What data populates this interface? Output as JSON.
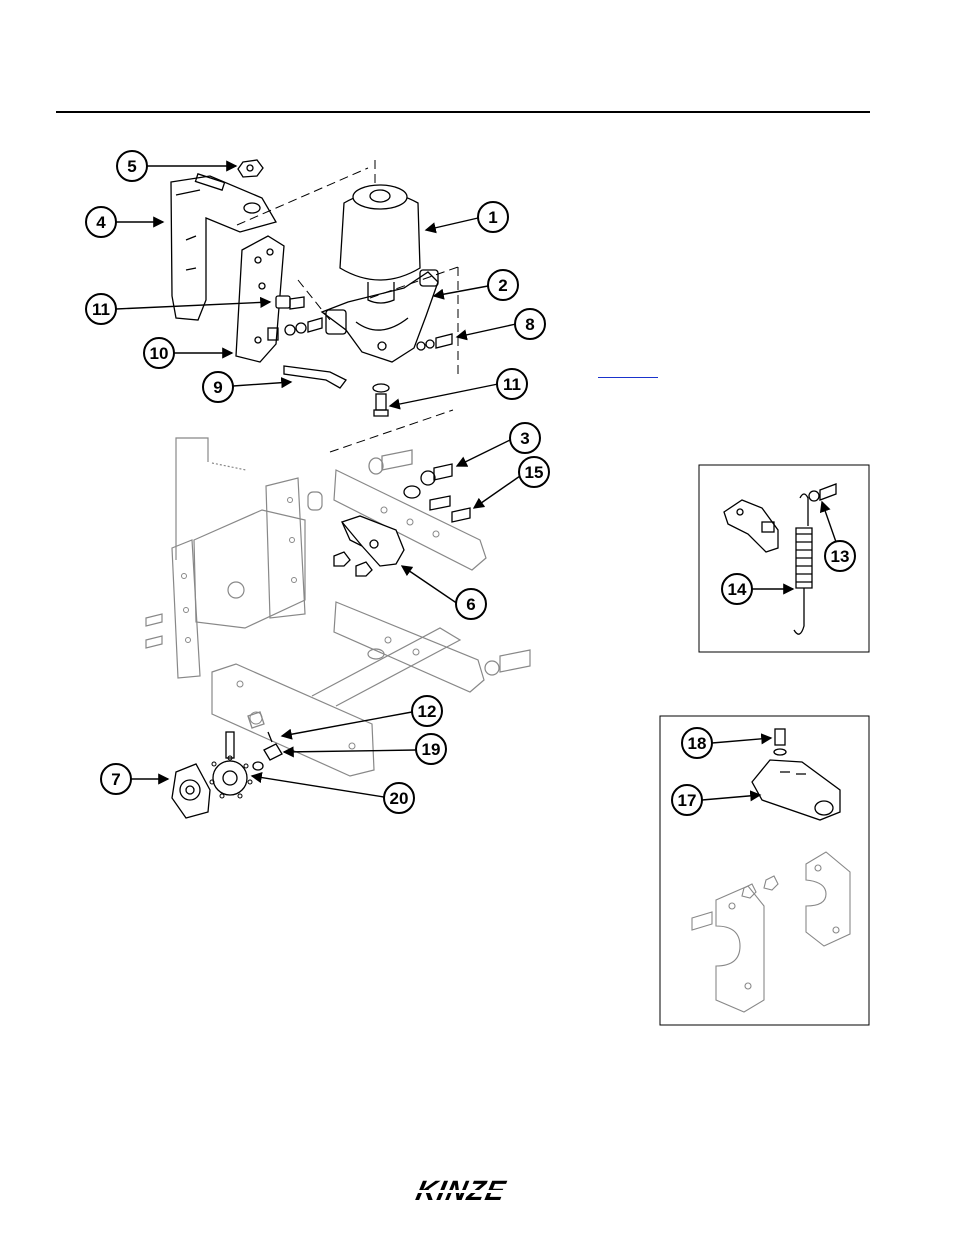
{
  "brand": {
    "logo_text": "KINZE"
  },
  "callouts": {
    "c1": "1",
    "c2": "2",
    "c3": "3",
    "c4": "4",
    "c5": "5",
    "c6": "6",
    "c7": "7",
    "c8": "8",
    "c9": "9",
    "c10": "10",
    "c11a": "11",
    "c11b": "11",
    "c12": "12",
    "c13": "13",
    "c14": "14",
    "c15": "15",
    "c17": "17",
    "c18": "18",
    "c19": "19",
    "c20": "20"
  }
}
